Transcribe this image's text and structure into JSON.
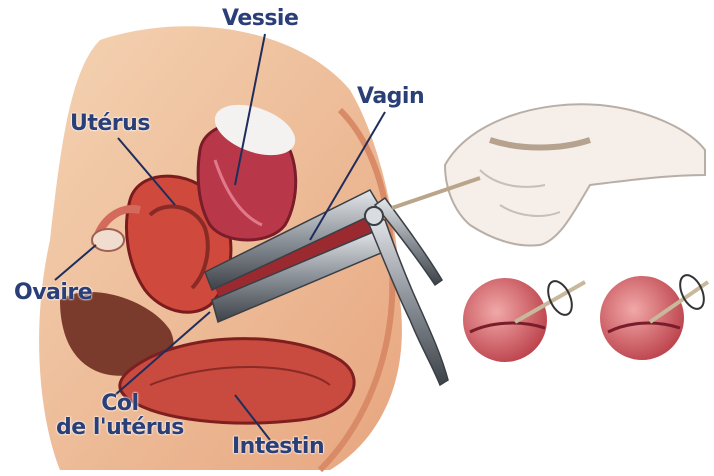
{
  "labels": {
    "bladder": "Vessie",
    "vagina": "Vagin",
    "uterus": "Utérus",
    "ovary": "Ovaire",
    "cervix_line1": "Col",
    "cervix_line2": "de l'utérus",
    "intestine": "Intestin"
  },
  "colors": {
    "label_text": "#2a3f78",
    "leader_line": "#1f2d5c",
    "tissue_light": "#f2c9a4",
    "tissue_mid": "#e39a72",
    "organ_red": "#c8453a",
    "organ_dark": "#8a1f22",
    "speculum": "#8f949a",
    "skin": "#f6efe9"
  }
}
